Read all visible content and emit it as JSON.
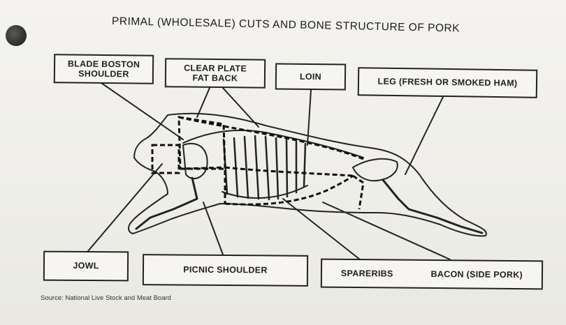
{
  "title": "PRIMAL (WHOLESALE) CUTS AND BONE STRUCTURE OF PORK",
  "labels": {
    "blade_boston_shoulder": "BLADE BOSTON\nSHOULDER",
    "clear_plate_fat_back": "CLEAR PLATE\nFAT BACK",
    "loin": "LOIN",
    "leg": "LEG (FRESH OR SMOKED HAM)",
    "jowl": "JOWL",
    "picnic_shoulder": "PICNIC SHOULDER",
    "spareribs": "SPARERIBS",
    "bacon": "BACON (SIDE PORK)"
  },
  "source": "Source:  National Live Stock and Meat Board",
  "colors": {
    "ink": "#222222",
    "paper": "#f4f3ef"
  }
}
